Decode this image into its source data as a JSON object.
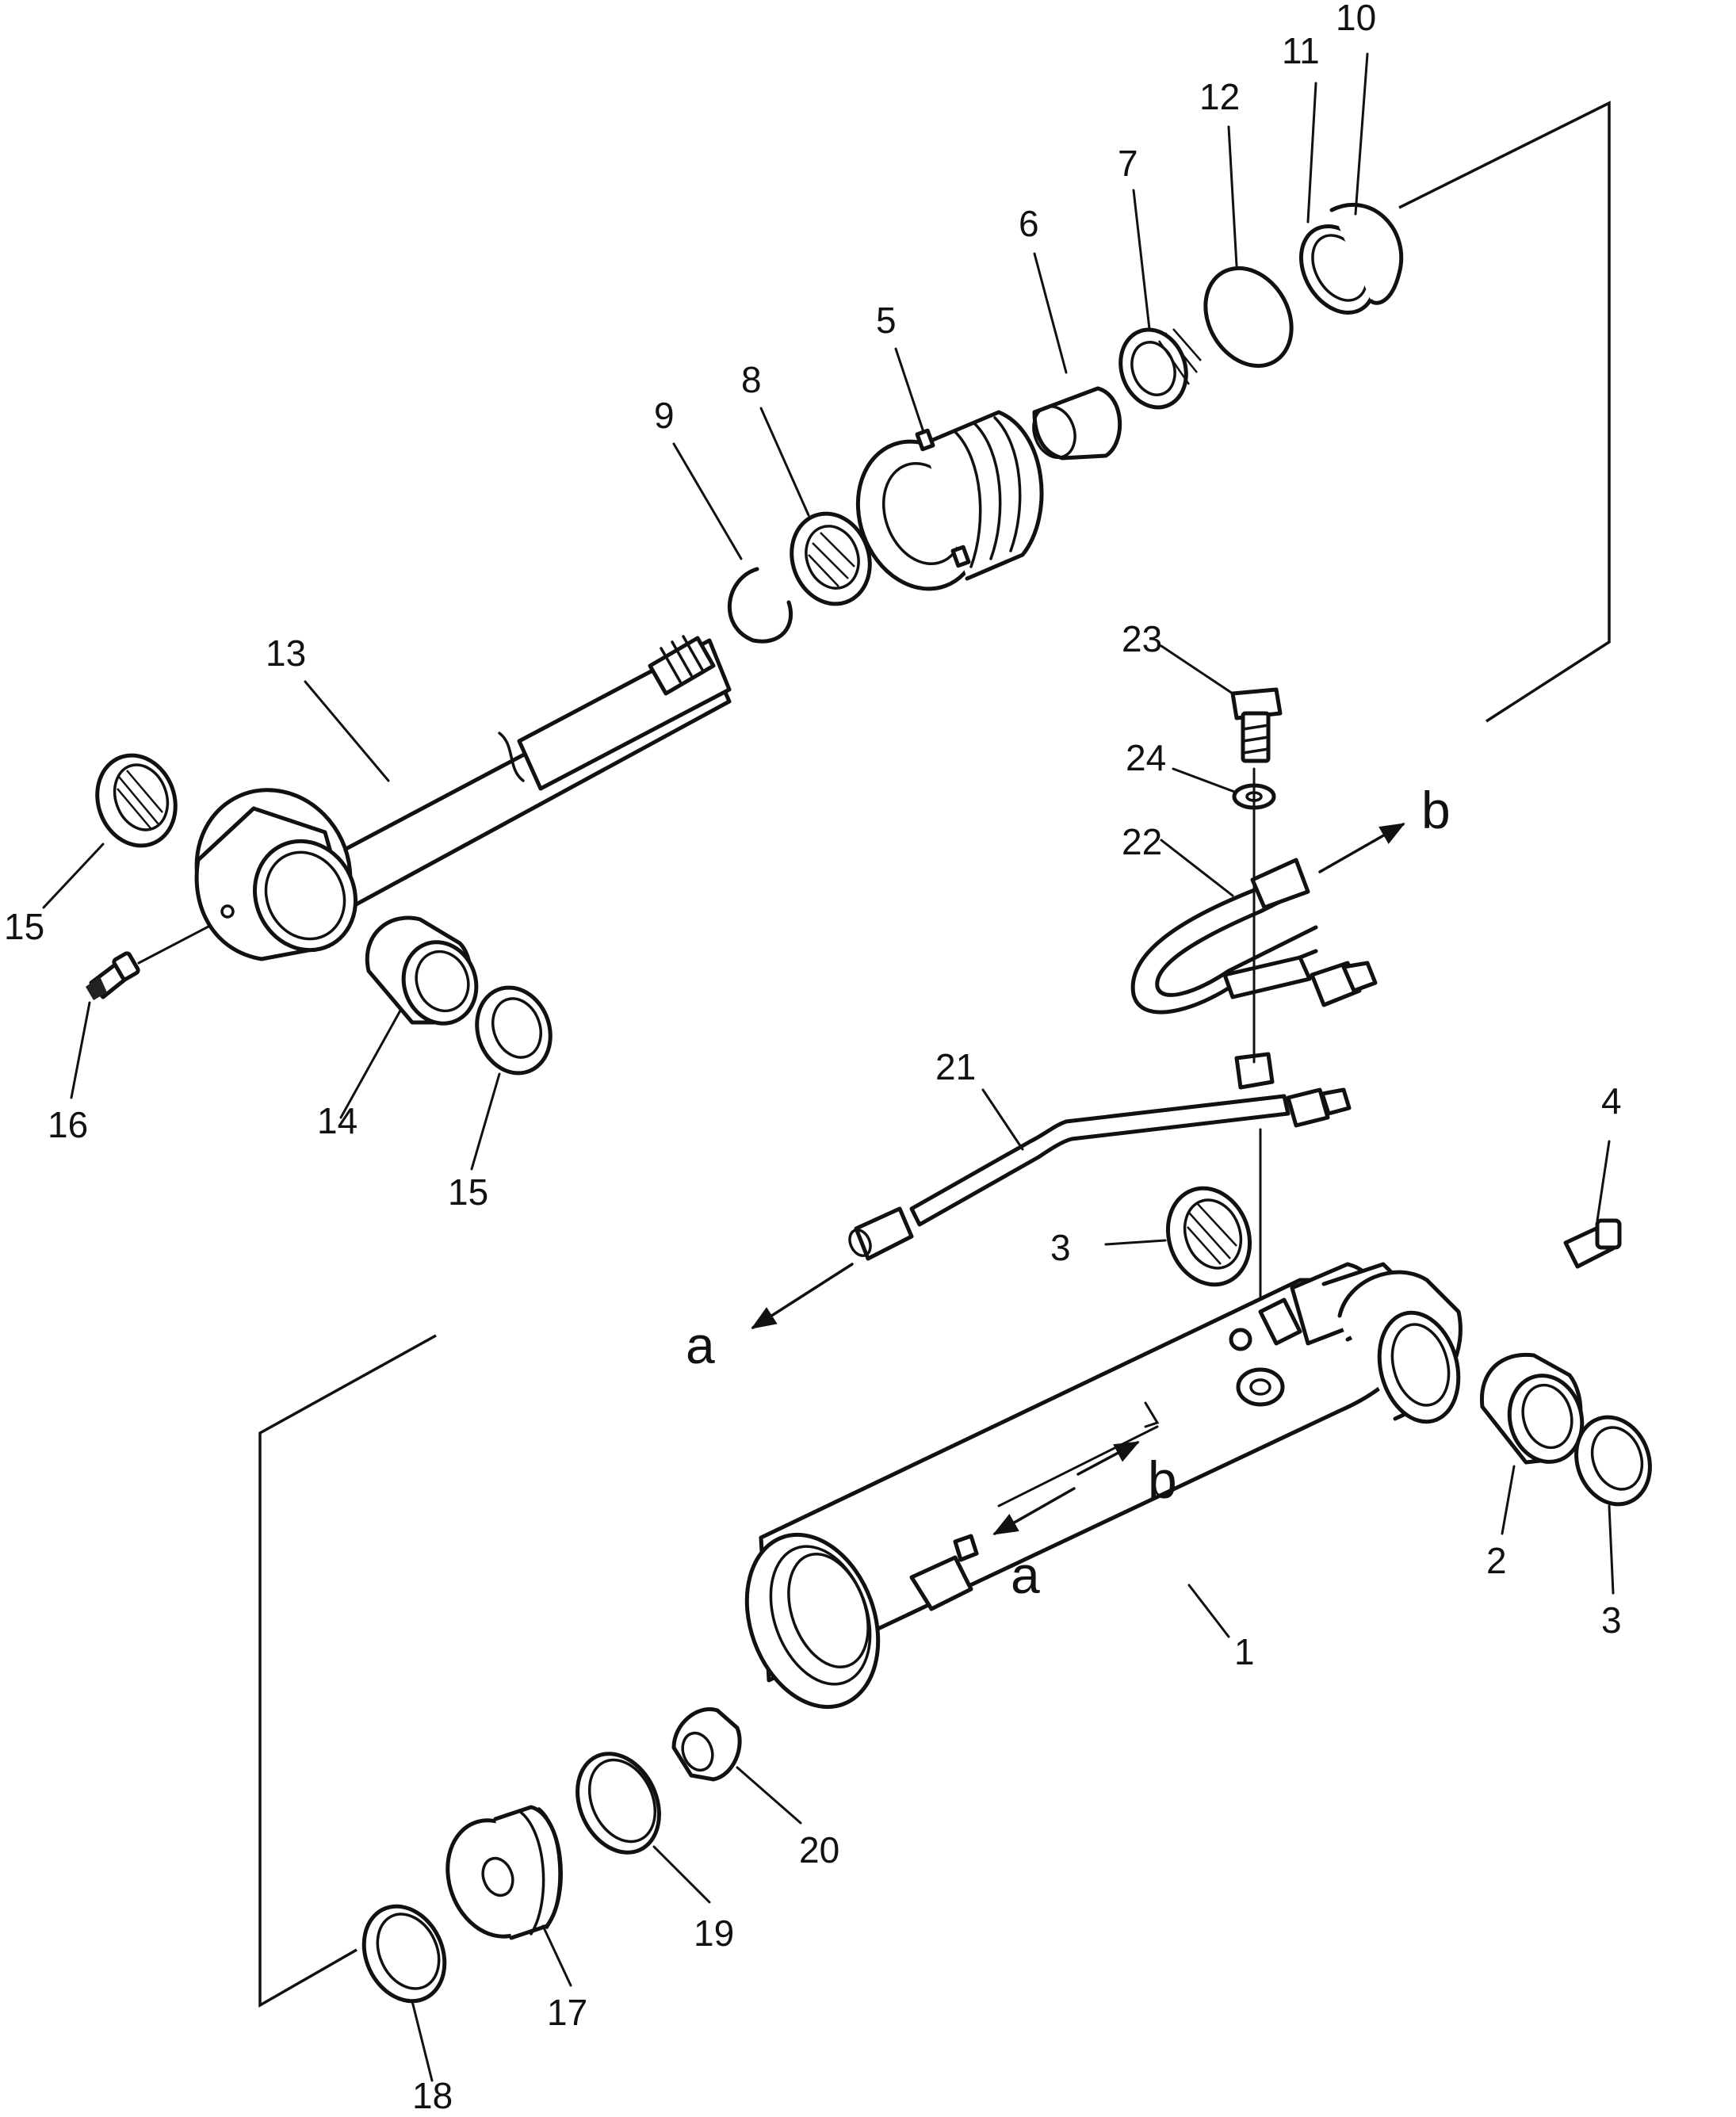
{
  "callouts": [
    {
      "id": "p1",
      "text": "1"
    },
    {
      "id": "p2",
      "text": "2"
    },
    {
      "id": "p3a",
      "text": "3"
    },
    {
      "id": "p3b",
      "text": "3"
    },
    {
      "id": "p4",
      "text": "4"
    },
    {
      "id": "p5",
      "text": "5"
    },
    {
      "id": "p6",
      "text": "6"
    },
    {
      "id": "p7",
      "text": "7"
    },
    {
      "id": "p8",
      "text": "8"
    },
    {
      "id": "p9",
      "text": "9"
    },
    {
      "id": "p10",
      "text": "10"
    },
    {
      "id": "p11",
      "text": "11"
    },
    {
      "id": "p12",
      "text": "12"
    },
    {
      "id": "p13",
      "text": "13"
    },
    {
      "id": "p14",
      "text": "14"
    },
    {
      "id": "p15a",
      "text": "15"
    },
    {
      "id": "p15b",
      "text": "15"
    },
    {
      "id": "p16",
      "text": "16"
    },
    {
      "id": "p17",
      "text": "17"
    },
    {
      "id": "p18",
      "text": "18"
    },
    {
      "id": "p19",
      "text": "19"
    },
    {
      "id": "p20",
      "text": "20"
    },
    {
      "id": "p21",
      "text": "21"
    },
    {
      "id": "p22",
      "text": "22"
    },
    {
      "id": "p23",
      "text": "23"
    },
    {
      "id": "p24",
      "text": "24"
    }
  ],
  "flow_labels": [
    {
      "id": "a-pipe",
      "text": "a"
    },
    {
      "id": "b-pipe",
      "text": "b"
    },
    {
      "id": "b-cyl",
      "text": "b"
    },
    {
      "id": "a-cyl",
      "text": "a"
    }
  ]
}
